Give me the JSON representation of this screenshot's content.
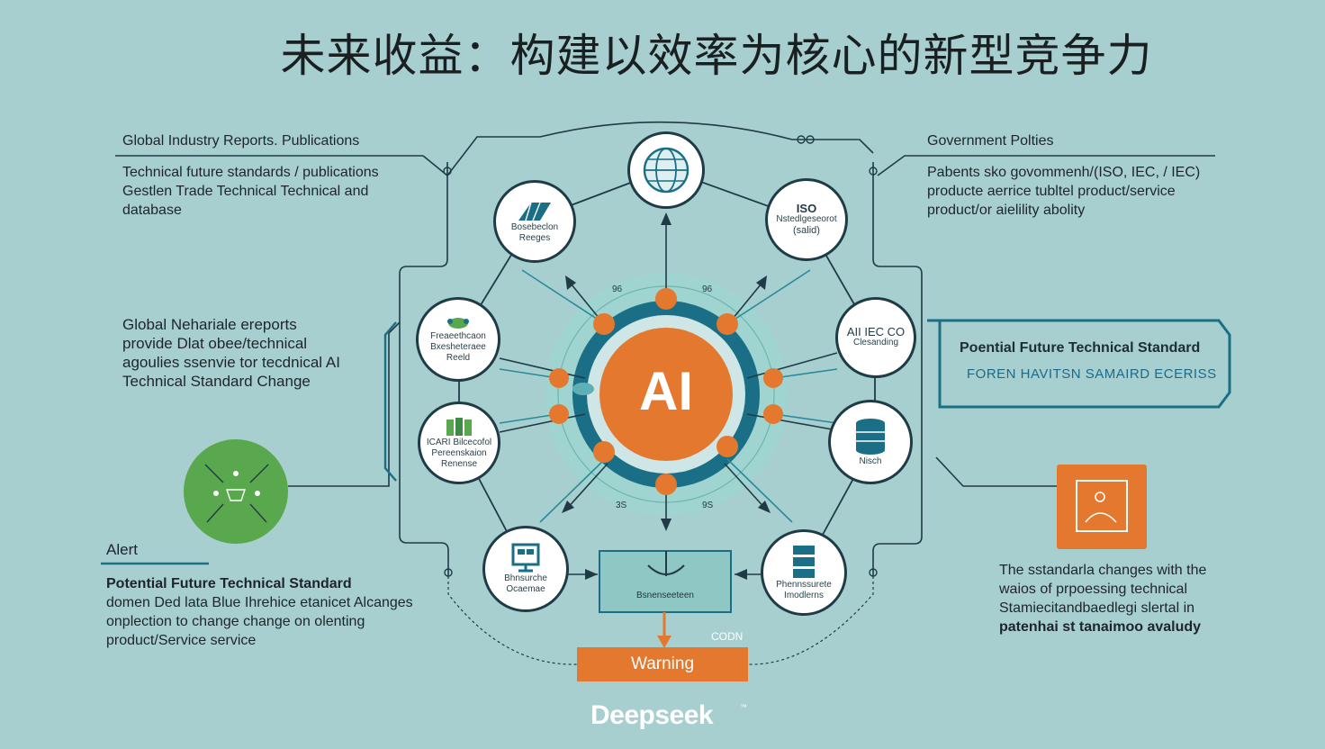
{
  "title": "未来收益：构建以效率为核心的新型竞争力",
  "left_top": {
    "heading": "Global Industry Reports. Publications",
    "lines": [
      "Technical future standards / publications",
      "Gestlen Trade Technical Technical and",
      "database"
    ]
  },
  "left_mid": {
    "lines": [
      "Global Nehariale ereports",
      "provide Dlat obee/technical",
      "agoulies ssenvie tor tecdnical AI",
      "Technical Standard Change"
    ]
  },
  "alert": {
    "heading": "Alert",
    "title": "Potential Future Technical Standard",
    "lines": [
      "domen Ded lata Blue Ihrehice etanicet Alcanges",
      "onplection to change change on olenting",
      "product/Service service"
    ]
  },
  "right_top": {
    "heading": "Government Polties",
    "lines": [
      "Pabents sko govommenh/(ISO, IEC, / IEC)",
      "producte aerrice tubltel product/service",
      "product/or aielility abolity"
    ]
  },
  "std_box": {
    "title": "Poential Future Technical Standard",
    "subtitle": "FOREN HAVITSN SAMAIRD ECERISS"
  },
  "right_bottom": {
    "lines": [
      "The sstandarla changes with the",
      "waios of prpoessing technical",
      "Stamiecitandbaedlegi slertal in",
      "patenhai st tanaimoo avaludy"
    ]
  },
  "hub": {
    "center_text": "AI",
    "bottom_box": "Bsnenseeteen",
    "codn": "CODN",
    "warning": "Warning",
    "ring_labels": [
      "96",
      "96",
      "3S",
      "9S"
    ]
  },
  "nodes": [
    {
      "id": "globe",
      "lines": []
    },
    {
      "id": "iso",
      "lines": [
        "ISO",
        "Nstedlgeseorot",
        "(salid)"
      ]
    },
    {
      "id": "aiiec",
      "lines": [
        "AII IEC CO",
        "Clesanding"
      ]
    },
    {
      "id": "db",
      "lines": [
        "Nisch"
      ]
    },
    {
      "id": "servers",
      "lines": [
        "Phennssurete",
        "Imodlerns"
      ]
    },
    {
      "id": "screen",
      "lines": [
        "Bhnsurche",
        "Ocaemae"
      ]
    },
    {
      "id": "plants",
      "lines": [
        "ICARI Bilcecofol",
        "Pereenskaion",
        "Renense"
      ]
    },
    {
      "id": "people",
      "lines": [
        "Freaeethcaon",
        "Bxesheteraee",
        "Reeld"
      ]
    },
    {
      "id": "roof",
      "lines": [
        "Bosebeclon",
        "Reeges"
      ]
    }
  ],
  "brand": "Deepseek",
  "brand_mark": "™",
  "colors": {
    "background": "#a8cfd0",
    "orange": "#e3782e",
    "teal_dark": "#1a6f86",
    "navy": "#1f3b46",
    "green": "#5aa84e",
    "ring": "#84c2bf"
  }
}
